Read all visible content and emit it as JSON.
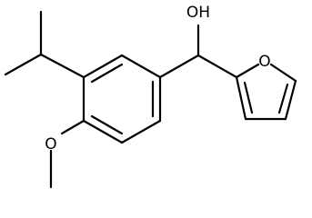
{
  "molecule": {
    "atom_labels": {
      "hydroxyl": "OH",
      "furan_oxygen": "O",
      "methoxy_oxygen": "O"
    },
    "colors": {
      "bond": "#000000",
      "label": "#000000",
      "background": "#ffffff"
    }
  }
}
